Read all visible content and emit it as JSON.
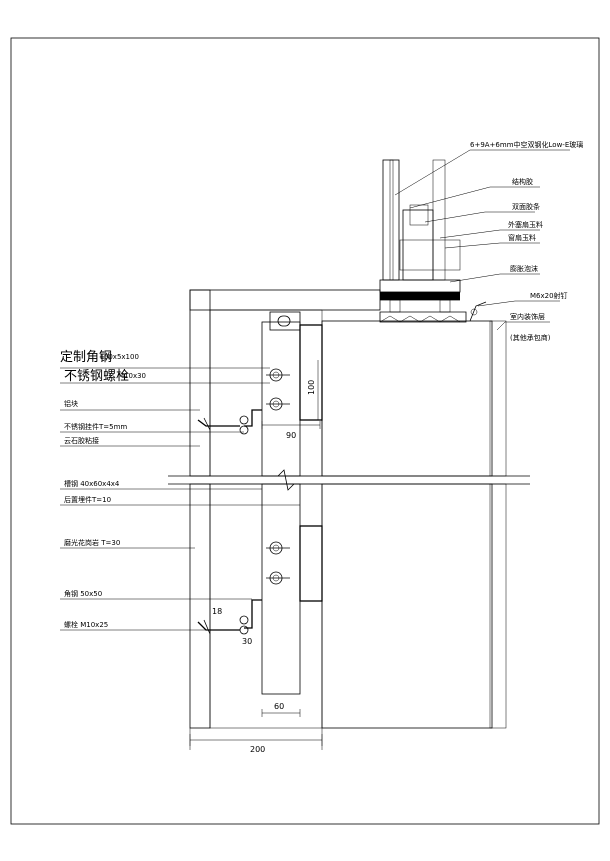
{
  "labels": {
    "glass": "6+9A+6mm中空双钢化Low-E玻璃",
    "structural_glue": "结构胶",
    "double_tape": "双面胶条",
    "frame_sealant": "外塞扇玉料",
    "frame_profile": "窗扇玉料",
    "foam_rod": "膨胀泡沫",
    "nail": "M6x20射钉",
    "interior_finish": "室内装饰层",
    "interior_finish_note": "(其他承包商)",
    "angle_steel_top": "定制角钢",
    "angle_steel_top_spec": "L50x5x100",
    "ss_bolt_top": "不锈钢螺栓",
    "ss_bolt_top_spec": "M10x30",
    "bolt": "铝块",
    "ss_hanger": "不锈钢挂件T=5mm",
    "epoxy": "云石胶粘接",
    "purlin": "槽钢 40x60x4x4",
    "back_plate": "后置埋件T=10",
    "granite": "磨光花岗岩 T=30",
    "angle_steel": "角钢 50x50",
    "anchor_bolt": "螺栓 M10x25"
  },
  "dimensions": {
    "d100": "100",
    "d90": "90",
    "d18": "18",
    "d30": "30",
    "d60": "60",
    "d200": "200"
  }
}
